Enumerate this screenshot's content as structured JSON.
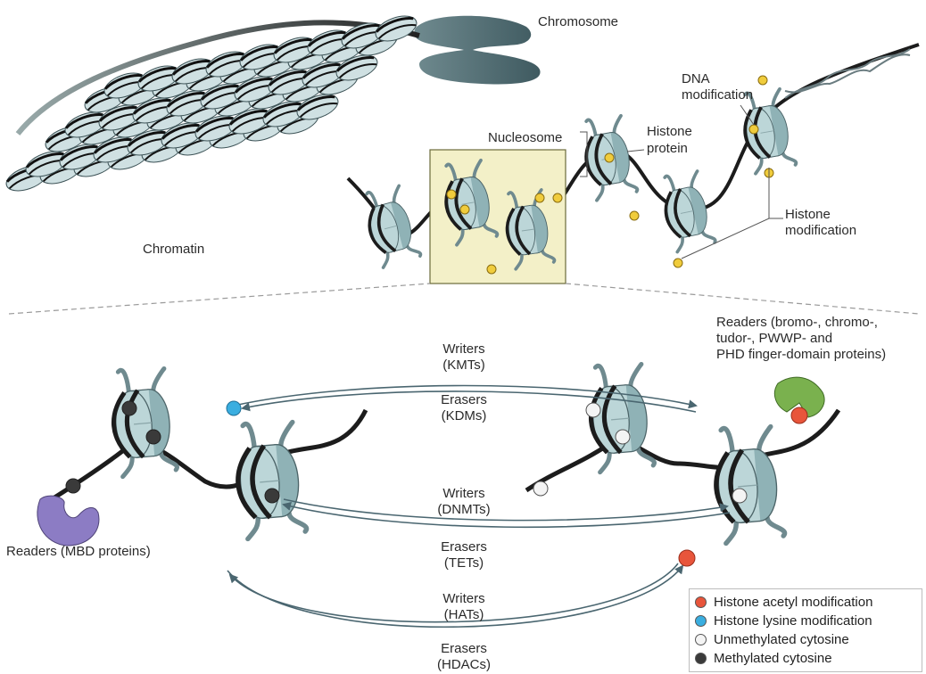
{
  "labels": {
    "chromosome": "Chromosome",
    "chromatin": "Chromatin",
    "dna_modification_line1": "DNA",
    "dna_modification_line2": "modification",
    "nucleosome": "Nucleosome",
    "histone_protein_line1": "Histone",
    "histone_protein_line2": "protein",
    "histone_modification_line1": "Histone",
    "histone_modification_line2": "modification",
    "readers_right_line1": "Readers (bromo-, chromo-,",
    "readers_right_line2": "tudor-, PWWP- and",
    "readers_right_line3": "PHD finger-domain proteins)",
    "readers_left": "Readers (MBD proteins)"
  },
  "arrows": {
    "kmt": {
      "writer": "Writers",
      "writer_enzyme": "(KMTs)",
      "eraser": "Erasers",
      "eraser_enzyme": "(KDMs)"
    },
    "dnmt": {
      "writer": "Writers",
      "writer_enzyme": "(DNMTs)",
      "eraser": "Erasers",
      "eraser_enzyme": "(TETs)"
    },
    "hat": {
      "writer": "Writers",
      "writer_enzyme": "(HATs)",
      "eraser": "Erasers",
      "eraser_enzyme": "(HDACs)"
    }
  },
  "legend": [
    {
      "label": "Histone acetyl modification",
      "color": "#e8553b"
    },
    {
      "label": "Histone lysine modification",
      "color": "#3aaee0"
    },
    {
      "label": "Unmethylated cytosine",
      "color": "#f4f4f4"
    },
    {
      "label": "Methylated cytosine",
      "color": "#3a3a3a"
    }
  ],
  "colors": {
    "nucleosome_fill": "#bcd6d8",
    "nucleosome_dark": "#8fb2b6",
    "dna_strand": "#1c1c1c",
    "highlight_box": "#f3f0c8",
    "mod_marker": "#f0cc3c",
    "reader_purple": "#8c7cc4",
    "reader_green": "#7ab14e",
    "arrow": "#4a6670"
  }
}
